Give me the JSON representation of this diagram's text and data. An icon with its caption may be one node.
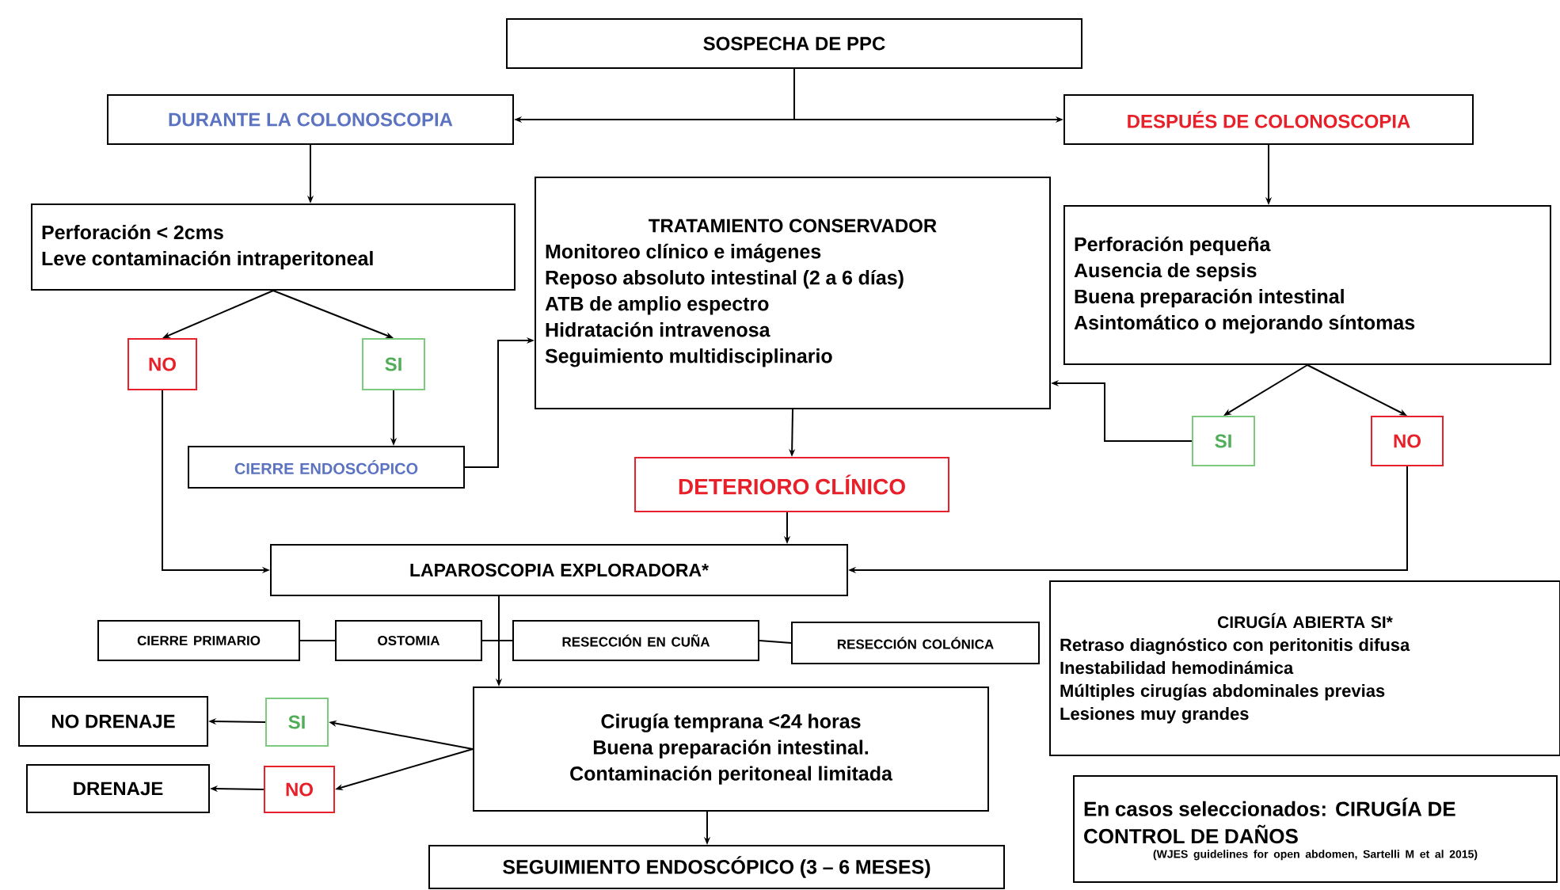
{
  "diagram": {
    "nodes": [
      {
        "text": [
          "SOSPECHA DE PPC"
        ]
      },
      {
        "text": [
          "DURANTE LA COLONOSCOPIA"
        ]
      },
      {
        "text": [
          "DESPUÉS DE COLONOSCOPIA"
        ]
      },
      {
        "text": [
          "Perforación < 2cms",
          "Leve contaminación intraperitoneal"
        ]
      },
      {
        "text": [
          "TRATAMIENTO CONSERVADOR",
          "Monitoreo clínico e imágenes",
          "Reposo absoluto intestinal (2 a 6 días)",
          "ATB de amplio espectro",
          "Hidratación intravenosa",
          "Seguimiento multidisciplinario"
        ]
      },
      {
        "text": [
          "Perforación pequeña",
          "Ausencia de sepsis",
          "Buena preparación intestinal",
          "Asintomático o mejorando síntomas"
        ]
      },
      {
        "text": [
          "NO"
        ]
      },
      {
        "text": [
          "SI"
        ]
      },
      {
        "text": [
          "CIERRE ENDOSCÓPICO"
        ]
      },
      {
        "text": [
          "SI"
        ]
      },
      {
        "text": [
          "NO"
        ]
      },
      {
        "text": [
          "DETERIORO CLÍNICO"
        ]
      },
      {
        "text": [
          "LAPAROSCOPIA EXPLORADORA*"
        ]
      },
      {
        "text": [
          "CIRUGÍA ABIERTA SI*",
          "Retraso diagnóstico con peritonitis difusa",
          "Inestabilidad hemodinámica",
          "Múltiples cirugías abdominales previas",
          "Lesiones muy grandes"
        ]
      },
      {
        "text": [
          "CIERRE PRIMARIO"
        ]
      },
      {
        "text": [
          "OSTOMIA"
        ]
      },
      {
        "text": [
          "RESECCIÓN EN CUÑA"
        ]
      },
      {
        "text": [
          "RESECCIÓN COLÓNICA"
        ]
      },
      {
        "text": [
          "NO DRENAJE"
        ]
      },
      {
        "text": [
          "SI"
        ]
      },
      {
        "text": [
          "DRENAJE"
        ]
      },
      {
        "text": [
          "NO"
        ]
      },
      {
        "text": [
          "Cirugía temprana <24 horas",
          "Buena preparación intestinal.",
          "Contaminación peritoneal limitada"
        ]
      },
      {
        "text": [
          "SEGUIMIENTO ENDOSCÓPICO (3 – 6 MESES)"
        ]
      },
      {
        "text": [
          "En casos seleccionados: CIRUGÍA DE CONTROL DE DAÑOS",
          "(WJES guidelines for open abdomen, Sartelli M et al 2015)"
        ]
      }
    ],
    "edges": [
      {
        "from": 0,
        "to": 1,
        "arrow": "to"
      },
      {
        "from": 0,
        "to": 2,
        "arrow": "to"
      },
      {
        "from": 1,
        "to": 3,
        "arrow": "to"
      },
      {
        "from": 3,
        "to": 6,
        "arrow": "to"
      },
      {
        "from": 3,
        "to": 7,
        "arrow": "to"
      },
      {
        "from": 7,
        "to": 8,
        "arrow": "to"
      },
      {
        "from": 8,
        "to": 4,
        "arrow": "to"
      },
      {
        "from": 2,
        "to": 5,
        "arrow": "to"
      },
      {
        "from": 5,
        "to": 9,
        "arrow": "to"
      },
      {
        "from": 5,
        "to": 10,
        "arrow": "to"
      },
      {
        "from": 9,
        "to": 4,
        "arrow": "to"
      },
      {
        "from": 4,
        "to": 11,
        "arrow": "to"
      },
      {
        "from": 11,
        "to": 12,
        "arrow": "to"
      },
      {
        "from": 6,
        "to": 12,
        "arrow": "to"
      },
      {
        "from": 10,
        "to": 12,
        "arrow": "to"
      },
      {
        "from": 12,
        "to": 22,
        "arrow": "to"
      },
      {
        "from": 14,
        "to": 15,
        "arrow": "none"
      },
      {
        "from": 15,
        "to": 16,
        "arrow": "none"
      },
      {
        "from": 16,
        "to": 17,
        "arrow": "none"
      },
      {
        "from": 22,
        "to": 19,
        "arrow": "to"
      },
      {
        "from": 22,
        "to": 21,
        "arrow": "to"
      },
      {
        "from": 19,
        "to": 18,
        "arrow": "to"
      },
      {
        "from": 21,
        "to": 20,
        "arrow": "to"
      },
      {
        "from": 22,
        "to": 23,
        "arrow": "to"
      }
    ]
  }
}
